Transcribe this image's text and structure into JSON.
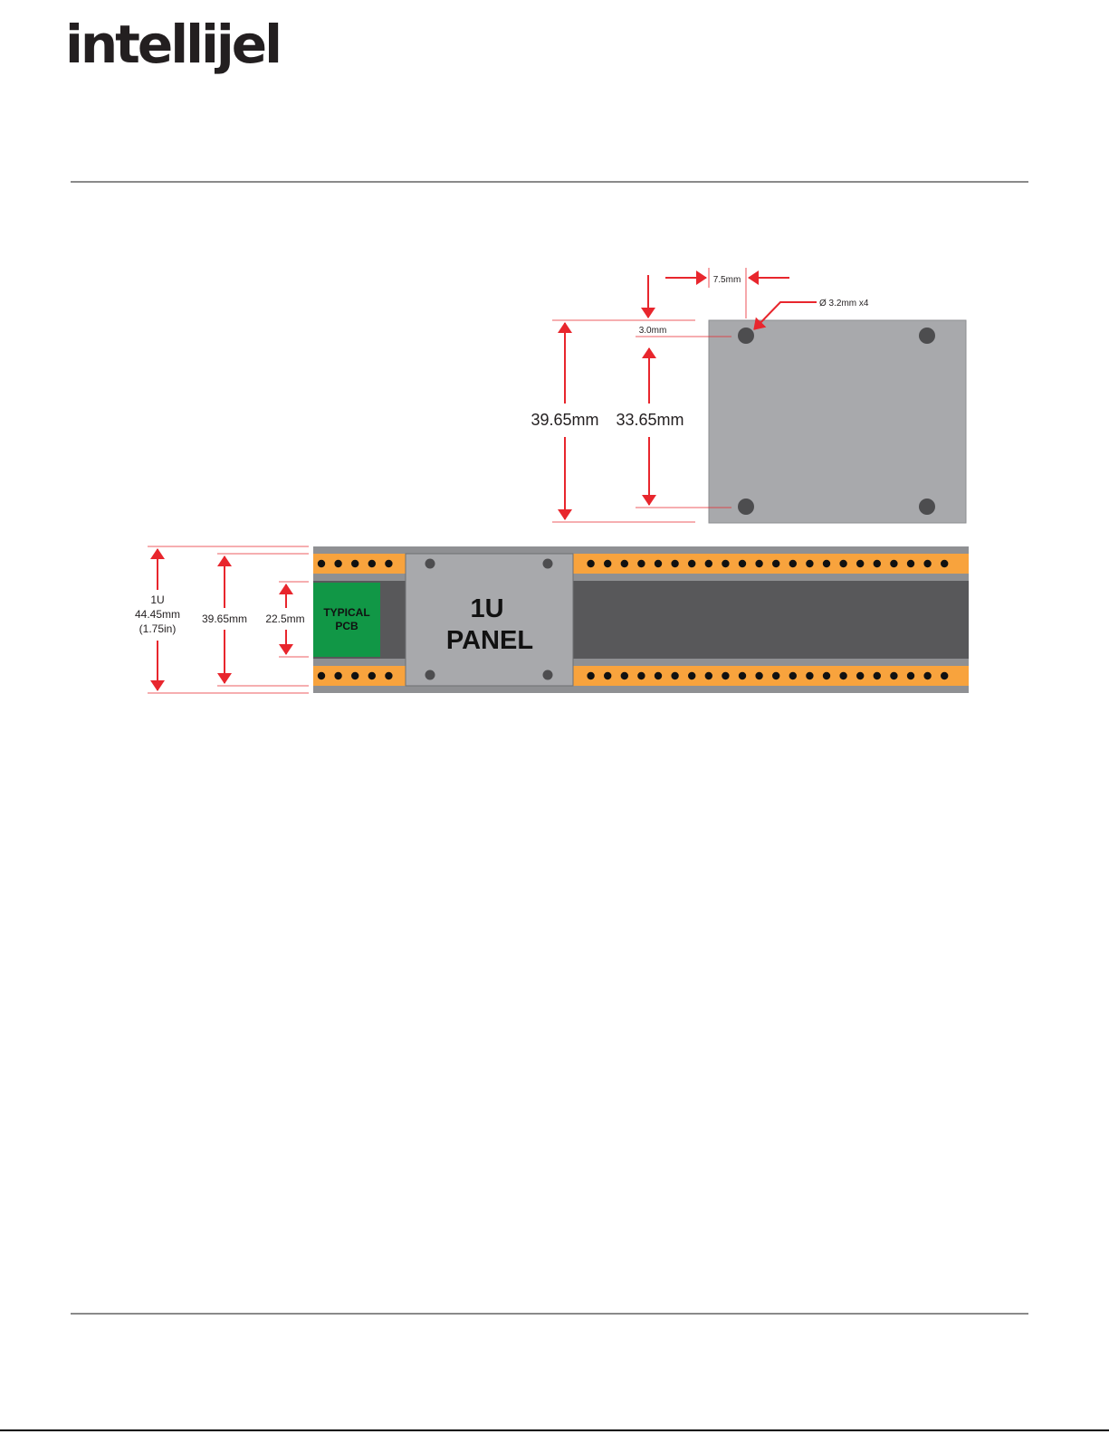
{
  "brand": {
    "logo_text": "intellijel"
  },
  "colors": {
    "dimension": "#e8262d",
    "panel": "#a8a9ac",
    "rail": "#f8a33d",
    "rail_gray": "#8f9093",
    "case_interior": "#58585a",
    "pcb": "#119746"
  },
  "panel_drawing": {
    "hole_spacing": "7.5mm",
    "hole_diameter": "Ø 3.2mm x4",
    "hole_offset": "3.0mm",
    "panel_height": "39.65mm",
    "hole_vertical_spacing": "33.65mm"
  },
  "case_drawing": {
    "rack_height_line1": "1U",
    "rack_height_line2": "44.45mm",
    "rack_height_line3": "(1.75in)",
    "panel_height": "39.65mm",
    "pcb_height": "22.5mm",
    "pcb_label_line1": "TYPICAL",
    "pcb_label_line2": "PCB",
    "panel_label_line1": "1U",
    "panel_label_line2": "PANEL"
  }
}
